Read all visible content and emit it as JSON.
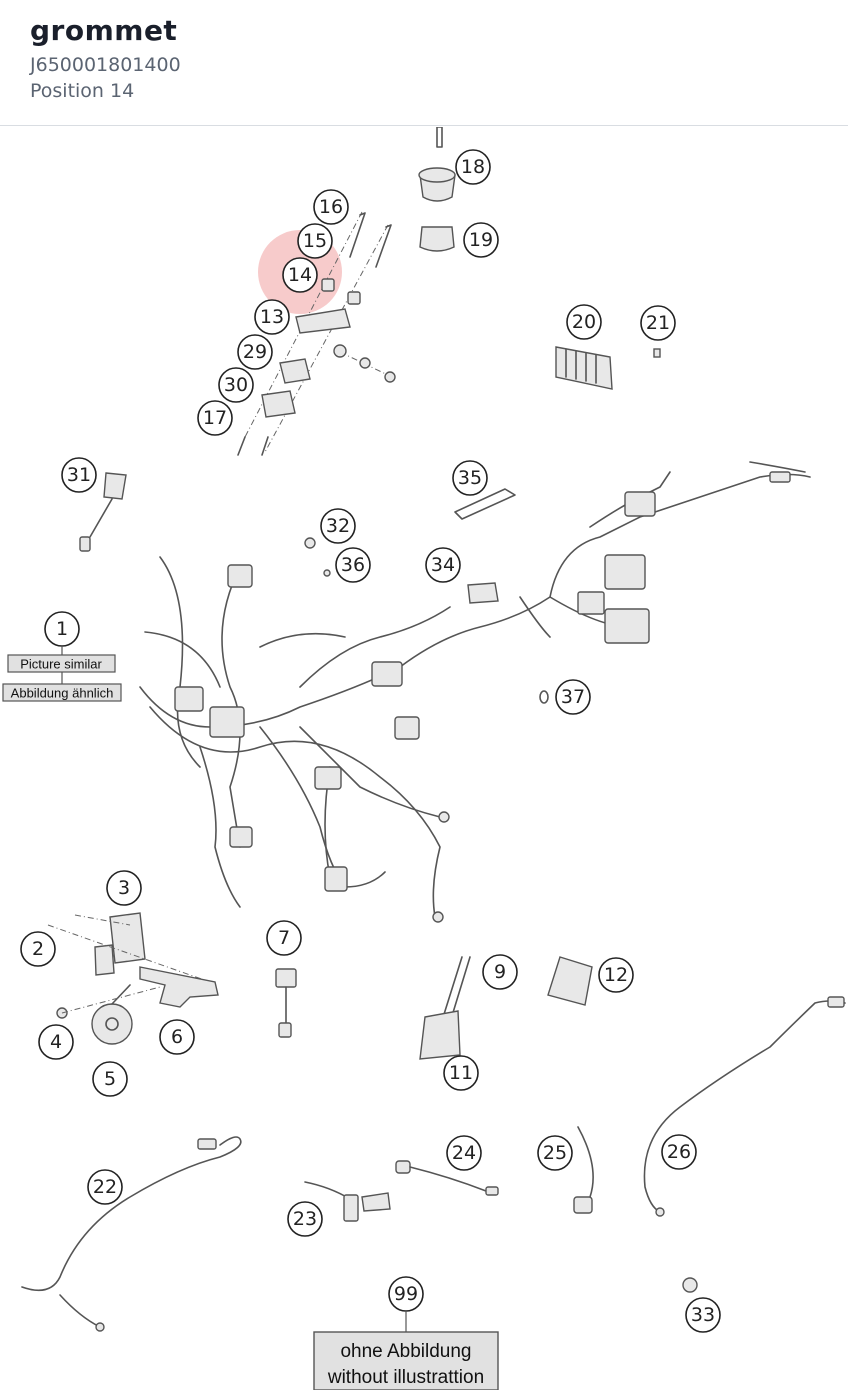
{
  "header": {
    "title": "grommet",
    "part_number": "J650001801400",
    "position": "Position 14"
  },
  "highlight": {
    "position": "14",
    "color": "#e86a6a"
  },
  "callouts": [
    "1",
    "2",
    "3",
    "4",
    "5",
    "6",
    "7",
    "9",
    "11",
    "12",
    "13",
    "14",
    "15",
    "16",
    "17",
    "18",
    "19",
    "20",
    "21",
    "22",
    "23",
    "24",
    "25",
    "26",
    "29",
    "30",
    "31",
    "32",
    "33",
    "34",
    "35",
    "36",
    "37",
    "99"
  ],
  "notes": {
    "picture_similar": "Picture similar",
    "abbildung_aehnlich": "Abbildung ähnlich",
    "ohne_abbildung": "ohne Abbildung",
    "without_illustration": "without illustrattion"
  }
}
